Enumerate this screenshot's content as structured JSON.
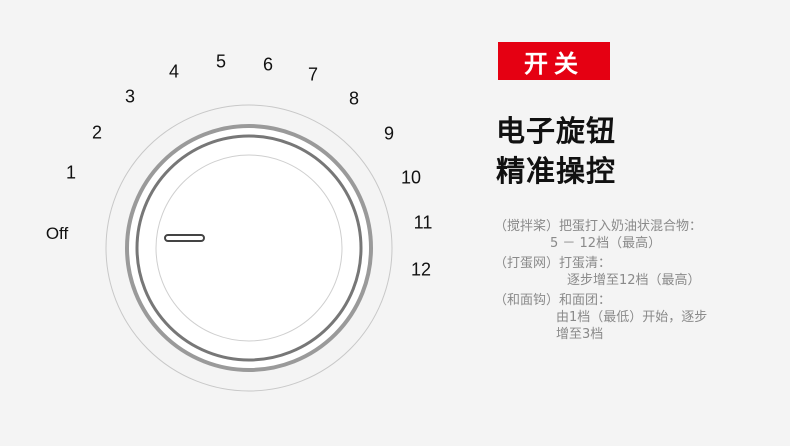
{
  "dial": {
    "labels": [
      "Off",
      "1",
      "2",
      "3",
      "4",
      "5",
      "6",
      "7",
      "8",
      "9",
      "10",
      "11",
      "12"
    ]
  },
  "badge": {
    "label": "开关"
  },
  "headline": {
    "line1": "电子旋钮",
    "line2": "精准操控"
  },
  "description": {
    "item1_line1": "（搅拌桨）把蛋打入奶油状混合物：",
    "item1_line2": "5 － 12档（最高）",
    "item2_line1": "（打蛋网）打蛋清：",
    "item2_line2": "逐步增至12档（最高）",
    "item3_line1": "（和面钩）和面团：",
    "item3_line2": "由1档（最低）开始，逐步",
    "item3_line3": "增至3档"
  },
  "colors": {
    "accent": "#e50012",
    "text": "#111111",
    "muted": "#8a8a8a",
    "background": "#f4f4f4"
  }
}
